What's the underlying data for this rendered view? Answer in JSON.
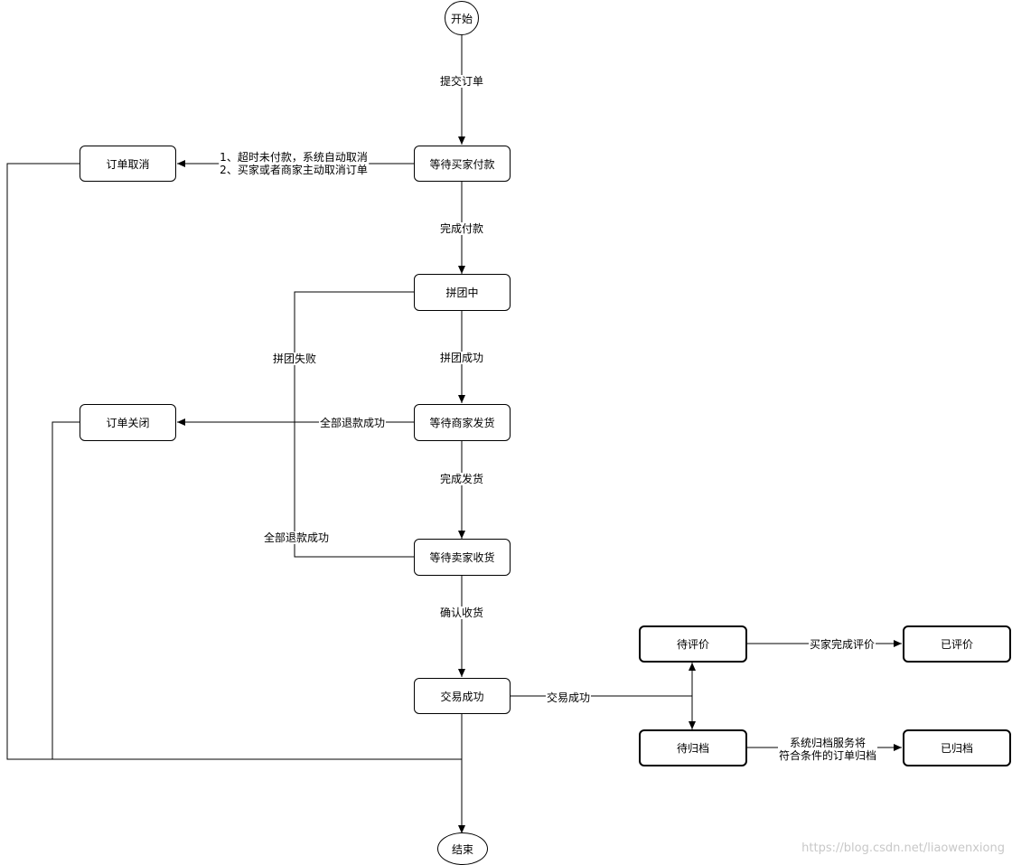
{
  "nodes": {
    "start": "开始",
    "wait_pay": "等待买家付款",
    "cancel": "订单取消",
    "grouping": "拼团中",
    "wait_ship": "等待商家发货",
    "closed": "订单关闭",
    "wait_receive": "等待卖家收货",
    "success": "交易成功",
    "to_review": "待评价",
    "reviewed": "已评价",
    "to_archive": "待归档",
    "archived": "已归档",
    "end": "结束"
  },
  "edges": {
    "submit_order": "提交订单",
    "cancel_reason_1": "1、超时未付款，系统自动取消",
    "cancel_reason_2": "2、买家或者商家主动取消订单",
    "paid": "完成付款",
    "group_fail": "拼团失败",
    "group_success": "拼团成功",
    "refund_all_1": "全部退款成功",
    "shipped": "完成发货",
    "refund_all_2": "全部退款成功",
    "confirm_receipt": "确认收货",
    "trade_success": "交易成功",
    "buyer_review": "买家完成评价",
    "archive_1": "系统归档服务将",
    "archive_2": "符合条件的订单归档"
  },
  "watermark": "https://blog.csdn.net/liaowenxiong"
}
